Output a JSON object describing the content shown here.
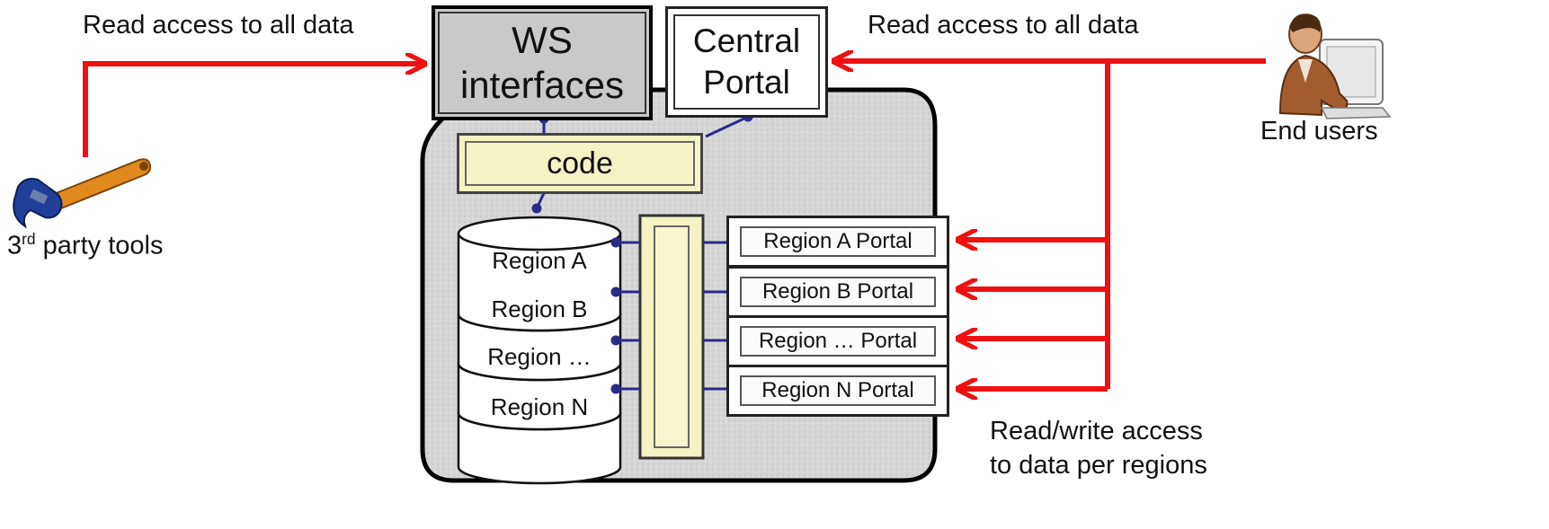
{
  "labels": {
    "read_access_left": "Read access to all data",
    "read_access_right": "Read access to all data",
    "third_party_tools_prefix": "3",
    "third_party_tools_sup": "rd",
    "third_party_tools_suffix": " party tools",
    "end_users": "End users",
    "read_write_line1": "Read/write access",
    "read_write_line2": "to data per regions"
  },
  "boxes": {
    "ws_line1": "WS",
    "ws_line2": "interfaces",
    "central_line1": "Central",
    "central_line2": "Portal",
    "code": "code"
  },
  "regions": [
    "Region A",
    "Region B",
    "Region …",
    "Region N"
  ],
  "portals": [
    "Region A Portal",
    "Region B Portal",
    "Region … Portal",
    "Region N Portal"
  ],
  "colors": {
    "arrow_red": "#ee1111",
    "connector_blue": "#2a2a8a",
    "code_yellow": "#f5f2c4",
    "server_gray": "#d4d4d4",
    "ws_gray": "#c9c9c9"
  },
  "icons": {
    "third_party": "wrench-icon",
    "end_users": "user-at-computer-icon"
  }
}
